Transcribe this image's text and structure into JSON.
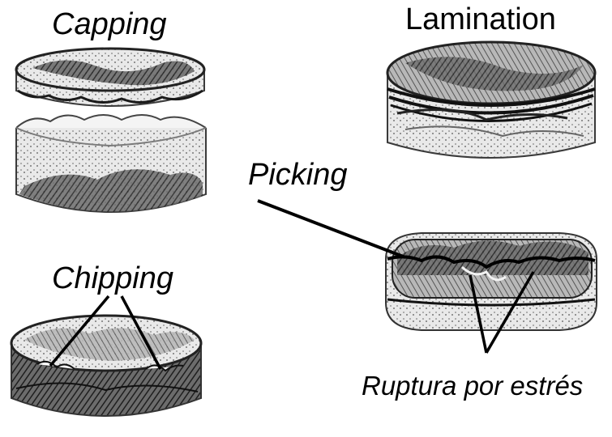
{
  "labels": {
    "capping": "Capping",
    "lamination": "Lamination",
    "picking": "Picking",
    "chipping": "Chipping",
    "ruptura": "Ruptura por estrés"
  },
  "colors": {
    "ink": "#000000",
    "shade_dark": "#3a3a3a",
    "shade_mid": "#8a8a8a",
    "shade_light": "#d2d2d2",
    "paper": "#ffffff"
  }
}
